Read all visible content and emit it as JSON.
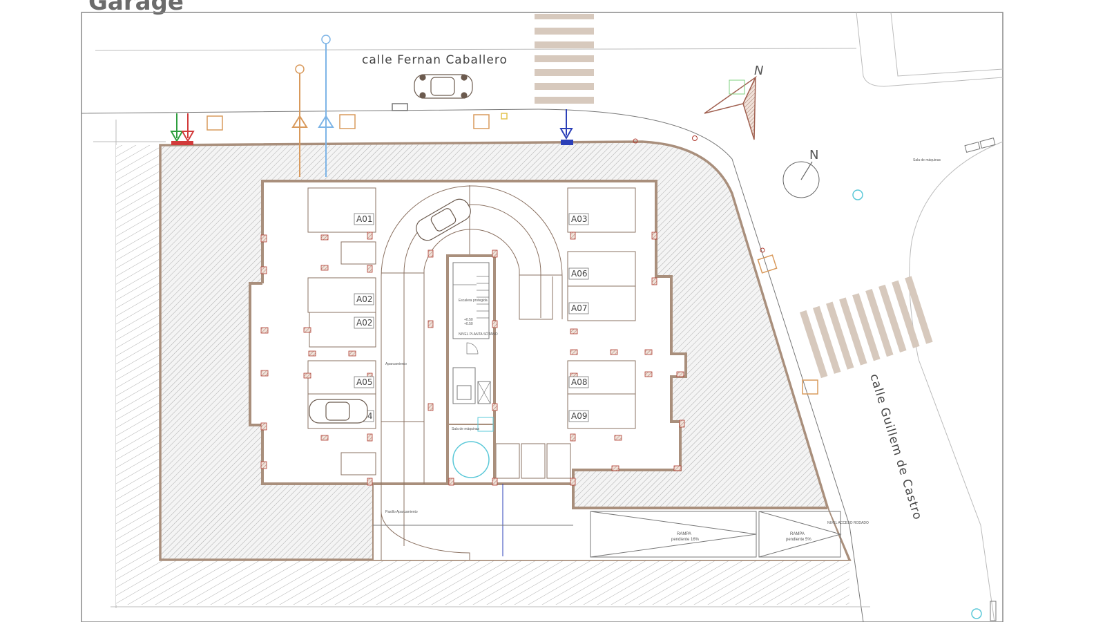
{
  "title": "Garage",
  "streets": {
    "north_street": "calle  Fernan  Caballero",
    "east_street": "calle  Guillem  de  Castro"
  },
  "compass": {
    "north_label": "N"
  },
  "units": [
    "A01",
    "A02",
    "A02",
    "A03",
    "A04",
    "A05",
    "A06",
    "A07",
    "A08",
    "A09"
  ],
  "annotations": {
    "ramp_1_title": "RAMPA",
    "ramp_1_slope": "pendiente 16%",
    "ramp_2_title": "RAMPA",
    "ramp_2_slope": "pendiente 5%",
    "access_level": "NIVEL ACCESO RODADO",
    "sala_maquinas_street": "Sala de máquinas",
    "aparcamiento": "Aparcamiento",
    "nivel_planta_sotano": "NIVEL PLANTA SÓTANO",
    "escalera_protegida": "Escalera protegida",
    "sala_maquinas": "Sala de máquinas",
    "pasillo_aparcamiento": "Pasillo Aparcamiento",
    "level_1": "+0.50",
    "level_2": "+0.50"
  },
  "colors": {
    "wall": "#a98f7c",
    "hatch": "#9a9a9a",
    "arrow_green": "#2e9e3e",
    "arrow_red": "#d23a3a",
    "arrow_orange": "#d99a5c",
    "arrow_lightblue": "#7db4e6",
    "arrow_blue": "#2b3fb8",
    "crosswalk": "#d7c9bd",
    "cyan": "#5ac8d8"
  }
}
